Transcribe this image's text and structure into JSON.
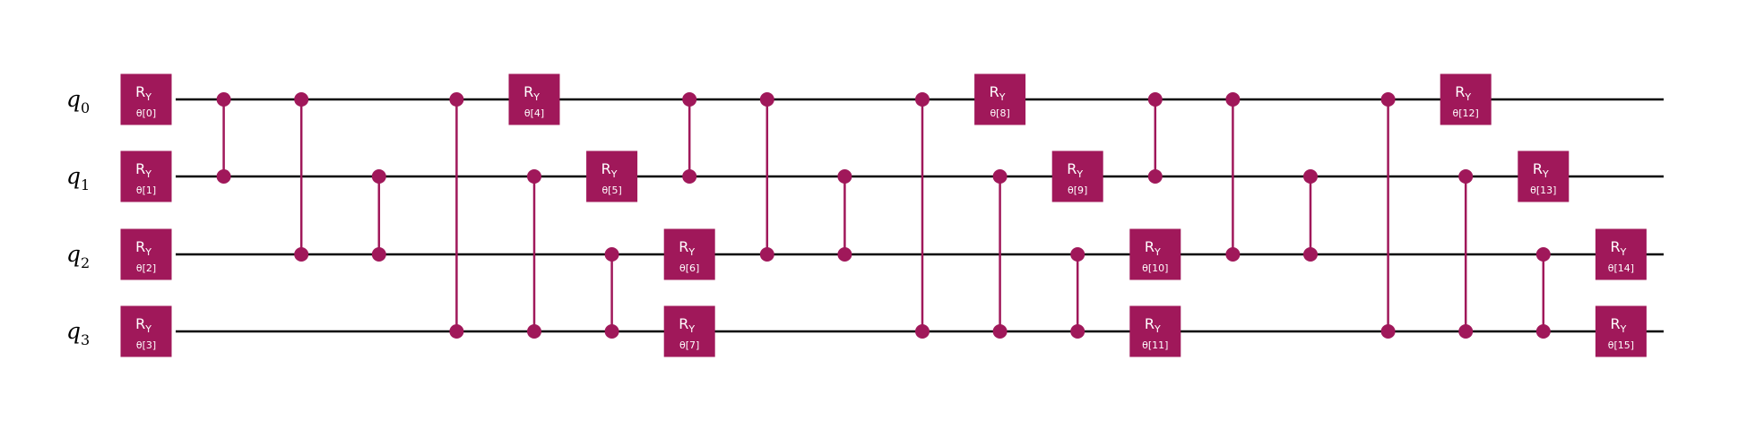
{
  "colors": {
    "gate": "#a0185a",
    "wire": "#000000",
    "text": "#ffffff"
  },
  "qubits": [
    {
      "name": "q",
      "index": "0"
    },
    {
      "name": "q",
      "index": "1"
    },
    {
      "name": "q",
      "index": "2"
    },
    {
      "name": "q",
      "index": "3"
    }
  ],
  "gate_label": {
    "base": "R",
    "sub": "Y"
  },
  "gates": [
    {
      "qubit": 0,
      "column": 0,
      "param": "θ[0]"
    },
    {
      "qubit": 1,
      "column": 0,
      "param": "θ[1]"
    },
    {
      "qubit": 2,
      "column": 0,
      "param": "θ[2]"
    },
    {
      "qubit": 3,
      "column": 0,
      "param": "θ[3]"
    },
    {
      "qubit": 0,
      "column": 5,
      "param": "θ[4]"
    },
    {
      "qubit": 1,
      "column": 6,
      "param": "θ[5]"
    },
    {
      "qubit": 2,
      "column": 7,
      "param": "θ[6]"
    },
    {
      "qubit": 3,
      "column": 7,
      "param": "θ[7]"
    },
    {
      "qubit": 0,
      "column": 11,
      "param": "θ[8]"
    },
    {
      "qubit": 1,
      "column": 12,
      "param": "θ[9]"
    },
    {
      "qubit": 2,
      "column": 13,
      "param": "θ[10]"
    },
    {
      "qubit": 3,
      "column": 13,
      "param": "θ[11]"
    },
    {
      "qubit": 0,
      "column": 17,
      "param": "θ[12]"
    },
    {
      "qubit": 1,
      "column": 18,
      "param": "θ[13]"
    },
    {
      "qubit": 2,
      "column": 19,
      "param": "θ[14]"
    },
    {
      "qubit": 3,
      "column": 19,
      "param": "θ[15]"
    }
  ],
  "controlled_z": [
    {
      "column": 1,
      "qubits": [
        0,
        1
      ]
    },
    {
      "column": 2,
      "qubits": [
        0,
        2
      ]
    },
    {
      "column": 3,
      "qubits": [
        1,
        2
      ]
    },
    {
      "column": 4,
      "qubits": [
        0,
        3
      ]
    },
    {
      "column": 5,
      "qubits": [
        1,
        3
      ]
    },
    {
      "column": 6,
      "qubits": [
        2,
        3
      ]
    },
    {
      "column": 7,
      "qubits": [
        0,
        1
      ]
    },
    {
      "column": 8,
      "qubits": [
        0,
        2
      ]
    },
    {
      "column": 9,
      "qubits": [
        1,
        2
      ]
    },
    {
      "column": 10,
      "qubits": [
        0,
        3
      ]
    },
    {
      "column": 11,
      "qubits": [
        1,
        3
      ]
    },
    {
      "column": 12,
      "qubits": [
        2,
        3
      ]
    },
    {
      "column": 13,
      "qubits": [
        0,
        1
      ]
    },
    {
      "column": 14,
      "qubits": [
        0,
        2
      ]
    },
    {
      "column": 15,
      "qubits": [
        1,
        2
      ]
    },
    {
      "column": 16,
      "qubits": [
        0,
        3
      ]
    },
    {
      "column": 17,
      "qubits": [
        1,
        3
      ]
    },
    {
      "column": 18,
      "qubits": [
        2,
        3
      ]
    }
  ]
}
